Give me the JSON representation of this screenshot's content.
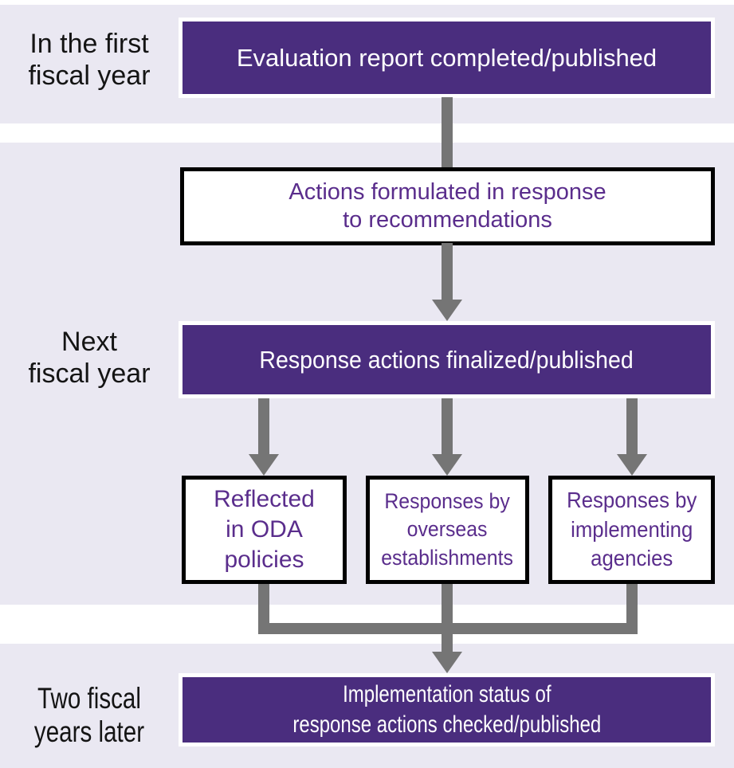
{
  "colors": {
    "background": "#eae8f2",
    "separator_band": "#ffffff",
    "purple_fill": "#4a2d7e",
    "purple_text": "#5a2d8c",
    "arrow_gray": "#757575",
    "border_black": "#000000",
    "label_text": "#141414",
    "box_text_white": "#ffffff"
  },
  "stages": {
    "first": {
      "label": "In the first\nfiscal year"
    },
    "next": {
      "label": "Next\nfiscal year"
    },
    "two_later": {
      "label": "Two fiscal\nyears later"
    }
  },
  "nodes": {
    "evaluation_report": {
      "text": "Evaluation report completed/published"
    },
    "actions_formulated": {
      "text": "Actions formulated in response\nto recommendations"
    },
    "response_actions": {
      "text": "Response actions finalized/published"
    },
    "reflected_policies": {
      "text": "Reflected\nin ODA\npolicies"
    },
    "overseas_establishments": {
      "text": "Responses by\noverseas\nestablishments"
    },
    "implementing_agencies": {
      "text": "Responses by\nimplementing\nagencies"
    },
    "implementation_status": {
      "text": "Implementation status of\nresponse actions checked/published"
    }
  }
}
